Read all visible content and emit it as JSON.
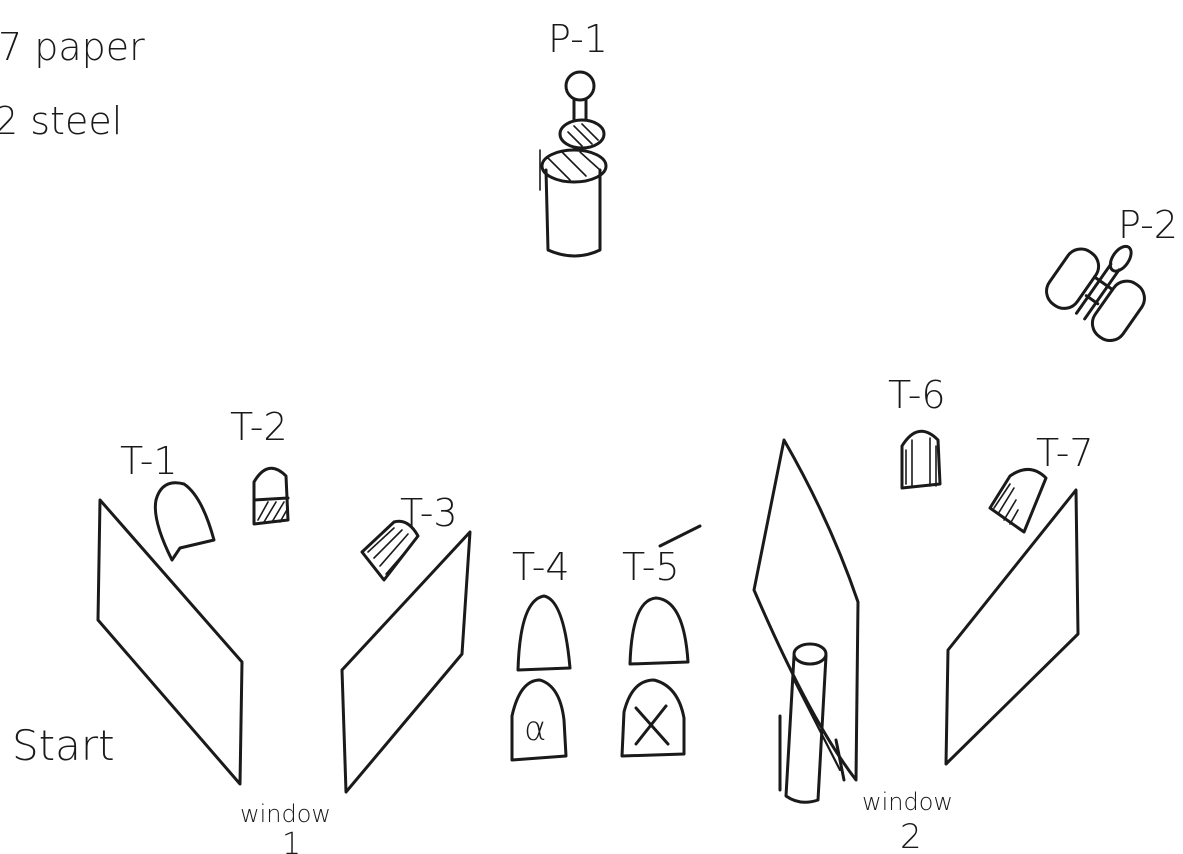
{
  "legend": {
    "line1": "7 paper",
    "line2": "2 steel"
  },
  "labels": {
    "p1": "P-1",
    "p2": "P-2",
    "t1": "T-1",
    "t2": "T-2",
    "t3": "T-3",
    "t4": "T-4",
    "t5": "T-5",
    "t6": "T-6",
    "t7": "T-7",
    "start": "Start",
    "window1_word": "window",
    "window1_num": "1",
    "window2_word": "window",
    "window2_num": "2",
    "alpha_mark": "α",
    "x_mark": "X"
  },
  "colors": {
    "ink": "#1a1a1a",
    "paper": "#ffffff"
  }
}
